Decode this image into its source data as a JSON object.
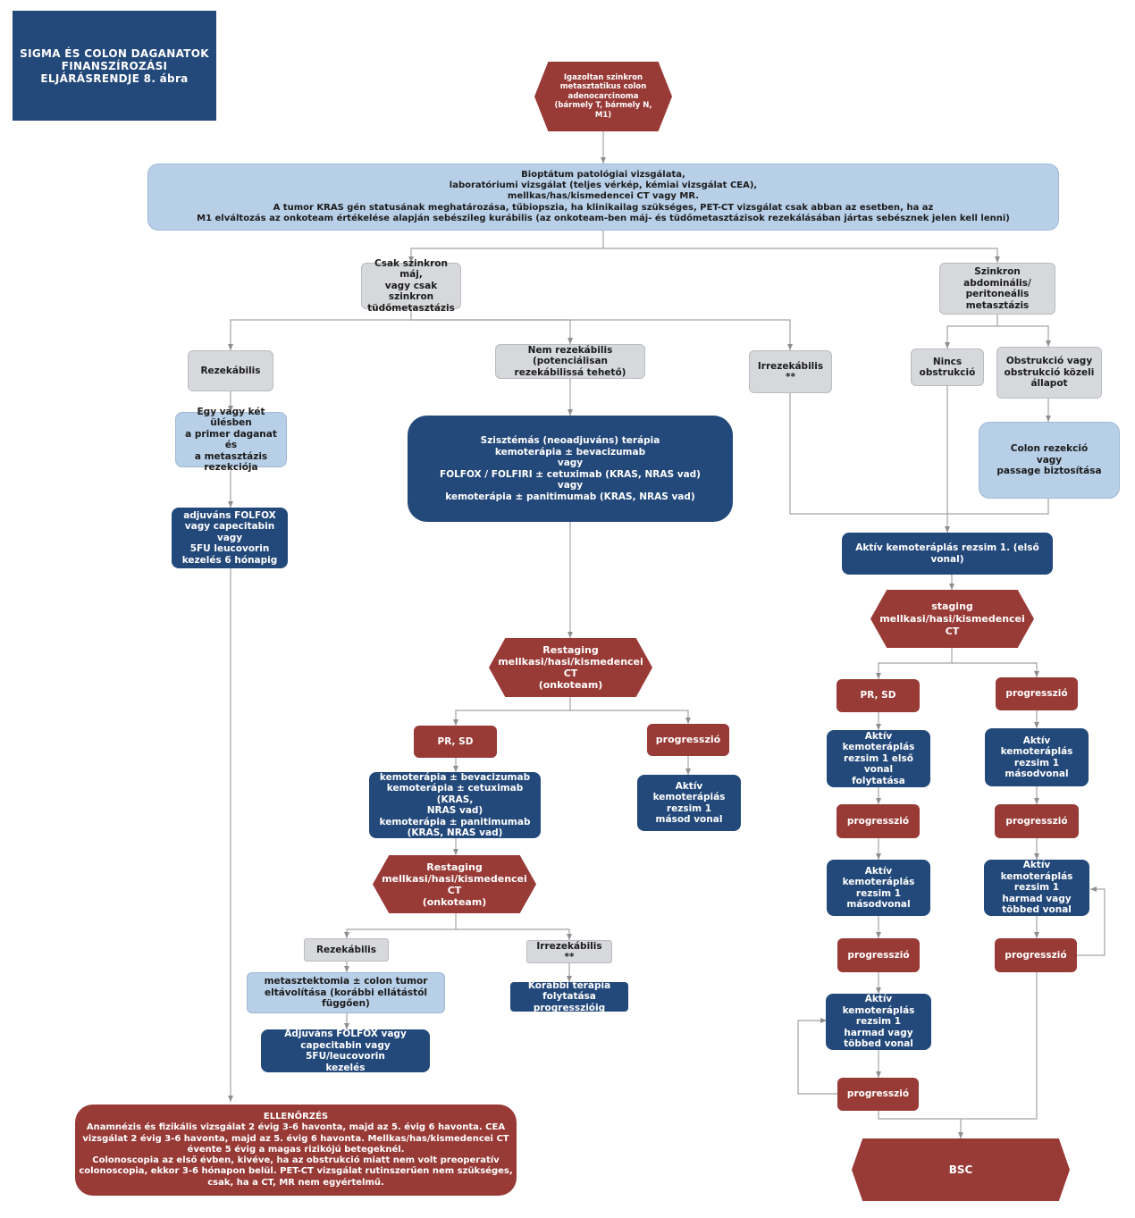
{
  "title": "SIGMA ÉS COLON DAGANATOK FINANSZÍROZÁSI ELJÁRÁSRENDJE 8. ábra",
  "start": "Igazoltan szinkron\nmetasztatikus colon\nadenocarcinoma\n(bármely T, bármely N,\nM1)",
  "workup": "Bioptátum patológiai vizsgálata,\nlaboratóriumi vizsgálat (teljes vérkép, kémiai vizsgálat CEA),\nmellkas/has/kismedencei CT vagy MR.\nA tumor KRAS gén statusának meghatározása, tűbiopszia, ha klinikailag szükséges, PET-CT vizsgálat csak abban az esetben, ha az\nM1 elváltozás az onkoteam értékelése alapján sebészileg kurábilis (az onkoteam-ben máj- és tüdőmetasztázisok rezekálásában jártas sebésznek jelen kell lenni)",
  "branch_liver_lung": "Csak szinkron máj,\nvagy csak szinkron\ntüdőmetasztázis",
  "branch_abdominal": "Szinkron abdominális/\nperitoneális\nmetasztázis",
  "resectable": "Rezekábilis",
  "not_resectable_potential": "Nem rezekábilis (potenciálisan\nrezekábilissá tehető)",
  "irresectable": "Irrezekábilis **",
  "no_obstruction": "Nincs\nobstrukció",
  "obstruction": "Obstrukció vagy\nobstrukció közeli\nállapot",
  "one_two_stage": "Egy vagy két ülésben\na primer daganat és\na metasztázis\nrezekciója",
  "systemic": "Szisztémás (neoadjuváns) terápia\nkemoterápia ± bevacizumab\nvagy\nFOLFOX / FOLFIRI ± cetuximab (KRAS, NRAS vad)\nvagy\nkemoterápia ± panitimumab (KRAS, NRAS vad)",
  "colon_resection": "Colon rezekció\nvagy\npassage biztosítása",
  "adjuvant_folfox": "adjuváns FOLFOX\nvagy capecitabin vagy\n5FU leucovorin\nkezelés 6 hónapig",
  "active_chemo_first": "Aktív kemoteráplás rezsim 1. (első vonal)",
  "staging": "staging\nmellkasi/hasi/kismedencei CT",
  "restaging1": "Restaging\nmellkasi/hasi/kismedencei CT\n(onkoteam)",
  "pr_sd_right": "PR, SD",
  "progression_right_top": "progresszió",
  "pr_sd_mid": "PR, SD",
  "progression_mid": "progresszió",
  "continue_first_line": "Aktív kemoteráplás\nrezsim 1 első vonal\nfolytatása",
  "second_line_right": "Aktív kemoteráplás\nrezsim 1\nmásodvonal",
  "chemo_combos": "kemoterápia ± bevacizumab\nkemoterápia ± cetuximab (KRAS,\nNRAS vad)\nkemoterápia ± panitimumab\n(KRAS, NRAS vad)",
  "second_line_mid": "Aktív kemoterápiás\nrezsim 1\nmásod vonal",
  "progression_r1": "progresszió",
  "progression_r2": "progresszió",
  "restaging2": "Restaging\nmellkasi/hasi/kismedencei CT\n(onkoteam)",
  "second_line_left_col": "Aktív kemoteráplás\nrezsim 1\nmásodvonal",
  "third_line_right": "Aktív kemoteráplás\nrezsim 1\nharmad vagy\ntöbbed vonal",
  "resectable2": "Rezekábilis",
  "irresectable2": "Irrezekábilis **",
  "progression_r3": "progresszió",
  "progression_r4": "progresszió",
  "metastasectomy": "metasztektomia ± colon tumor\neltávolítása (korábbi ellátástól függően)",
  "prior_therapy": "Korábbi terápia\nfolytatása progresszióig",
  "third_line_left_col": "Aktív kemoteráplás\nrezsim 1\nharmad vagy\ntöbbed vonal",
  "adjuvant_folfox2": "Adjuváns FOLFOX vagy\ncapecitabin vagy 5FU/leucovorin\nkezelés",
  "progression_r5": "progresszió",
  "followup": "ELLENŐRZÉS\nAnamnézis és fizikális vizsgálat 2 évig 3-6 havonta, majd az 5. évig 6 havonta. CEA\nvizsgálat 2 évig 3-6 havonta, majd az 5. évig 6 havonta. Mellkas/has/kismedencei CT\névente 5 évig a magas rizikójú betegeknél.\nColonoscopia az első évben, kivéve, ha az obstrukció miatt nem volt preoperatív\ncolonoscopia, ekkor 3-6 hónapon belül. PET-CT vizsgálat rutinszerűen nem szükséges,\ncsak, ha a CT, MR nem egyértelmű.",
  "bsc": "BSC",
  "colors": {
    "navy": "#23487a",
    "red": "#983a36",
    "lightblue": "#b8cfe8",
    "grey": "#d6d8db",
    "line": "#9a9a9a"
  }
}
